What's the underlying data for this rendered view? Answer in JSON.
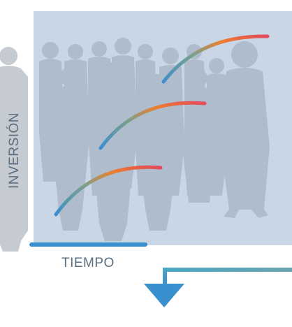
{
  "labels": {
    "y_axis": "INVERSIÓN",
    "x_axis": "TIEMPO"
  },
  "colors": {
    "panel": "#c8d6e6",
    "silhouette": "#aebccb",
    "silhouette_outside": "#c6cbd1",
    "gradient_blue": "#3a8fcf",
    "gradient_green": "#7fa08a",
    "gradient_orange": "#ee7e2e",
    "gradient_red": "#e24a5a",
    "label_text": "#5b6f80"
  },
  "curves": [
    "top-growth-curve",
    "middle-growth-curve",
    "bottom-growth-curve"
  ]
}
